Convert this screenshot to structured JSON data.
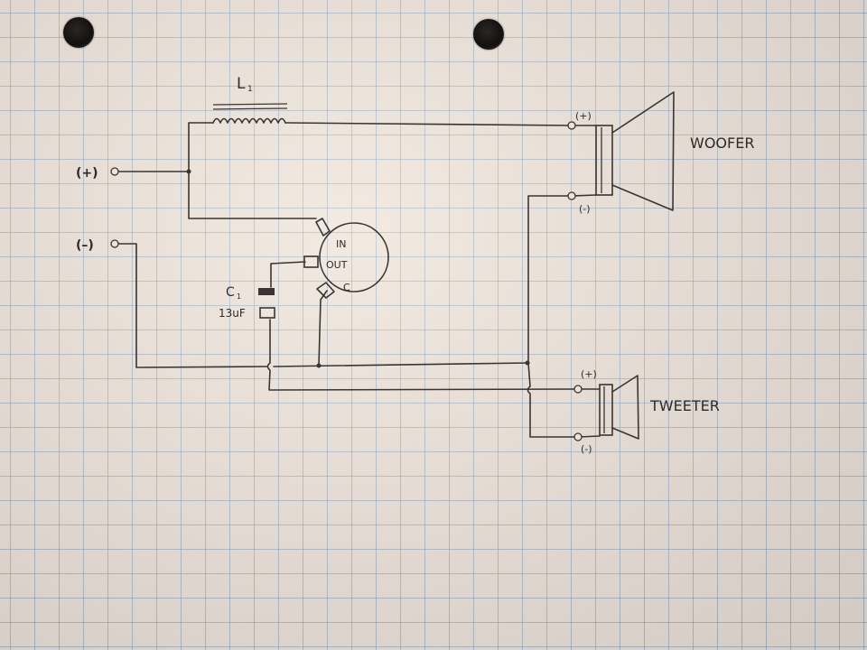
{
  "labels": {
    "inductor": "L",
    "inductor_sub": "1",
    "input_pos": "(+)",
    "input_neg": "(–)",
    "pin_in": "IN",
    "pin_out": "OUT",
    "pin_c": "C",
    "capacitor": "C",
    "capacitor_sub": "1",
    "capacitor_value": "13uF",
    "woofer_pos": "(+)",
    "woofer_neg": "(-)",
    "woofer": "WOOFER",
    "tweeter_pos": "(+)",
    "tweeter_neg": "(-)",
    "tweeter": "TWEETER"
  },
  "colors": {
    "ink": "#3a3532",
    "paper": "#ece3da",
    "grid": "#7896be"
  }
}
